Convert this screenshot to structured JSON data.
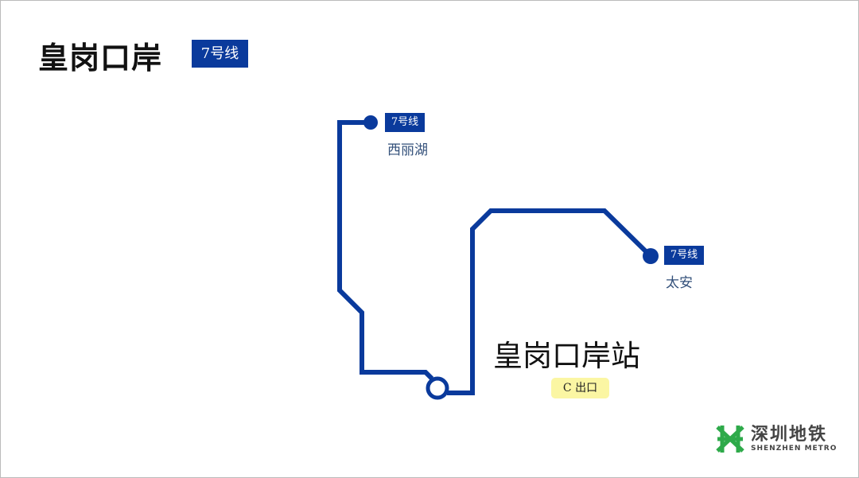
{
  "header": {
    "title": "皇岗口岸",
    "line_badge": "7号线"
  },
  "map": {
    "line_color": "#0a3a9c",
    "stations": [
      {
        "name": "西丽湖",
        "line": "7号线"
      },
      {
        "name": "太安",
        "line": "7号线"
      }
    ],
    "current_station": {
      "name": "皇岗口岸站",
      "exit": "C 出口"
    }
  },
  "logo": {
    "cn": "深圳地铁",
    "en": "SHENZHEN METRO",
    "color": "#2eaa4a"
  }
}
